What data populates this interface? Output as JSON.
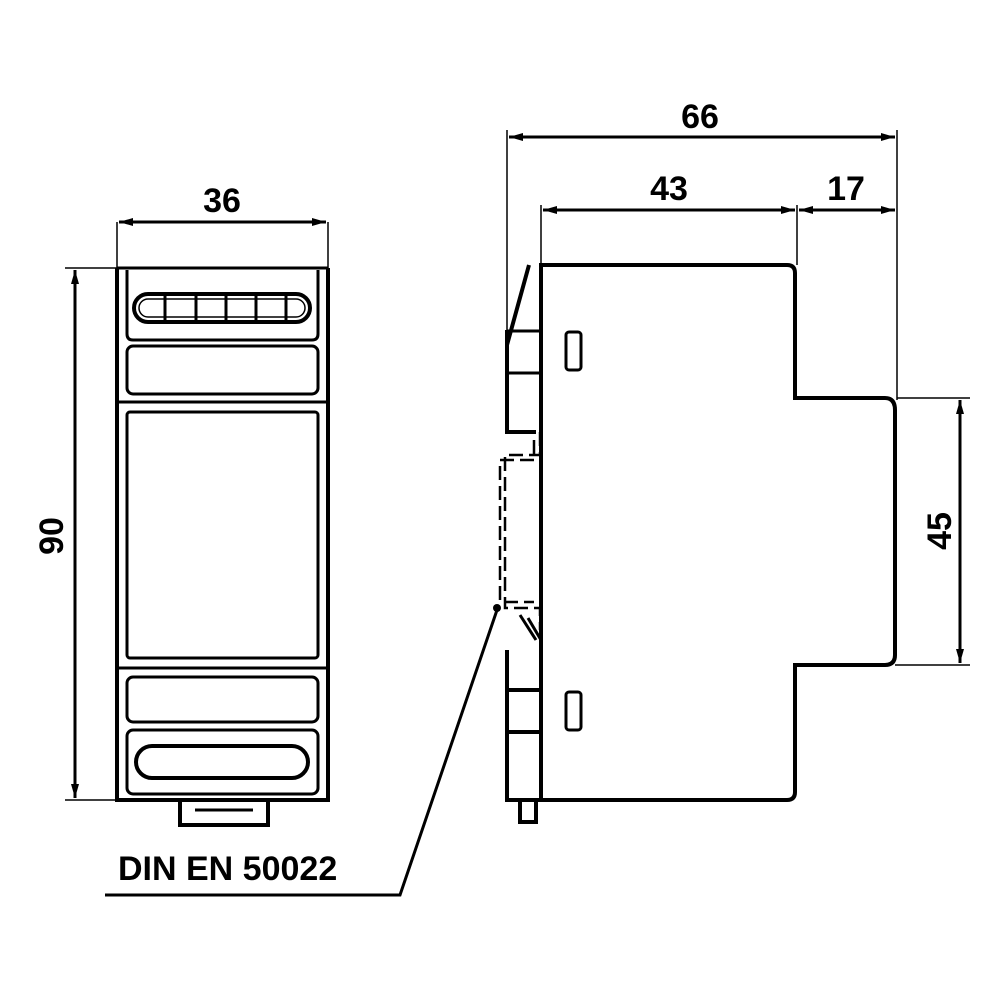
{
  "drawing": {
    "dimensions": {
      "front_width": "36",
      "front_height": "90",
      "side_total_depth": "66",
      "side_body_depth": "43",
      "side_front_depth": "17",
      "side_front_height": "45"
    },
    "rail_label": "DIN EN 50022",
    "ink_color": "#000000"
  }
}
